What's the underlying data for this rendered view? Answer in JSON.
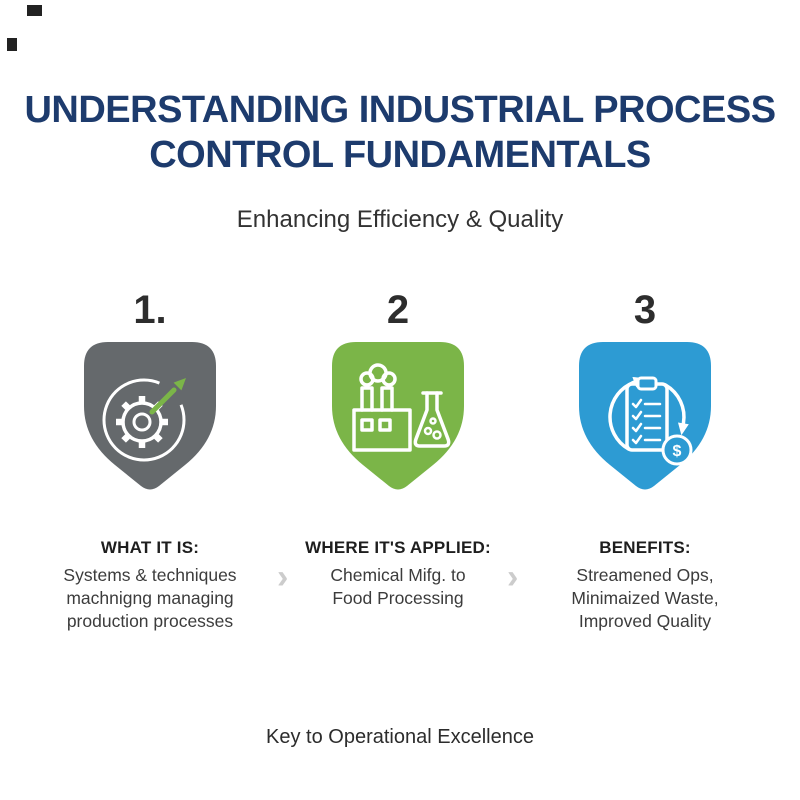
{
  "header": {
    "title_line1": "UNDERSTANDING INDUSTRIAL PROCESS",
    "title_line2": "CONTROL FUNDAMENTALS",
    "subtitle": "Enhancing Efficiency & Quality"
  },
  "steps": [
    {
      "number": "1.",
      "icon": "gear-growth-arrow-icon",
      "heading": "WHAT IT IS:",
      "lines": [
        "Systems & techniques",
        "machnigng managing",
        "production processes"
      ]
    },
    {
      "number": "2",
      "icon": "factory-flask-icon",
      "heading": "WHERE IT'S APPLIED:",
      "lines": [
        "Chemical Mifg. to",
        "Food Processing"
      ]
    },
    {
      "number": "3",
      "icon": "checklist-dollar-cycle-icon",
      "heading": "BENEFITS:",
      "lines": [
        "Streamened Ops,",
        "Minimaized Waste,",
        "Improved Quality"
      ]
    }
  ],
  "separators": {
    "chevron_glyph": "›"
  },
  "footer": {
    "text": "Key to Operational Excellence"
  },
  "icons": {
    "dollar_symbol": "$"
  },
  "colors": {
    "title_blue": "#1d3b6d",
    "shield_gray": "#65696c",
    "shield_green": "#7bb548",
    "shield_blue": "#2d9bd3",
    "arrow_green": "#7bb548",
    "chevron_gray": "#cccccc"
  }
}
